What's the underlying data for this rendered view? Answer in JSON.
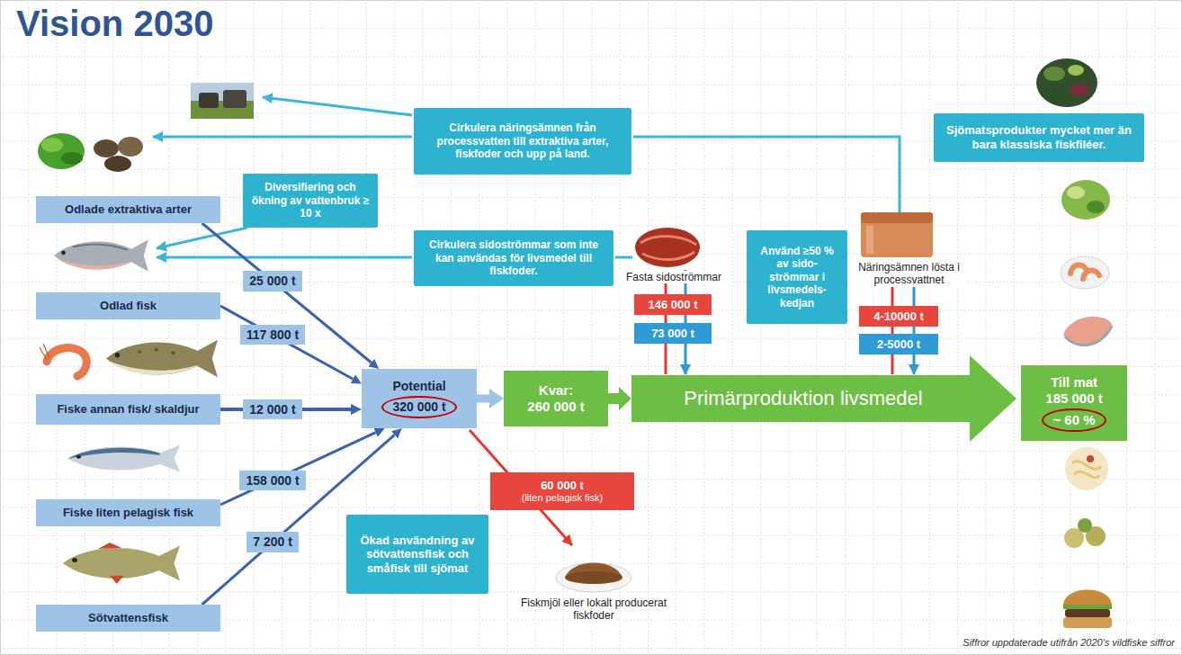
{
  "diagram": {
    "title": "Vision 2030",
    "nodes": [
      {
        "text": [
          "Odlade extraktiva arter"
        ]
      },
      {
        "text": [
          "Odlad fisk"
        ]
      },
      {
        "text": [
          "Fiske annan fisk/ skaldjur"
        ]
      },
      {
        "text": [
          "Fiske liten pelagisk fisk"
        ]
      },
      {
        "text": [
          "Sötvattensfisk"
        ]
      },
      {
        "text": [
          "Potential",
          "320 000 t"
        ]
      },
      {
        "text": [
          "Kvar:",
          "260 000 t"
        ]
      },
      {
        "text": [
          "Primärproduktion livsmedel"
        ]
      },
      {
        "text": [
          "Till mat",
          "185 000 t",
          "~ 60 %"
        ]
      },
      {
        "text": [
          "Diversifiering och ökning av vattenbruk ≥ 10 x"
        ]
      },
      {
        "text": [
          "Cirkulera näringsämnen från processvatten till extraktiva arter, fiskfoder och upp på land."
        ]
      },
      {
        "text": [
          "Cirkulera sidoströmmar som inte kan användas för livsmedel till fiskfoder."
        ]
      },
      {
        "text": [
          "Använd ≥50 % av sido- strömmar i livsmedels- kedjan"
        ]
      },
      {
        "text": [
          "Ökad användning av sötvattensfisk och småfisk till sjömat"
        ]
      },
      {
        "text": [
          "Sjömatsprodukter mycket mer än bara klassiska fiskfiléer."
        ]
      },
      {
        "text": [
          "146 000 t"
        ]
      },
      {
        "text": [
          "73 000 t"
        ]
      },
      {
        "text": [
          "4-10000 t"
        ]
      },
      {
        "text": [
          "2-5000 t"
        ]
      },
      {
        "text": [
          "60 000 t",
          "(liten pelagisk fisk)"
        ]
      }
    ],
    "edges": [
      {
        "from": 0,
        "to": 5,
        "arrow": "to",
        "label": "25 000 t"
      },
      {
        "from": 1,
        "to": 5,
        "arrow": "to",
        "label": "117 800 t"
      },
      {
        "from": 2,
        "to": 5,
        "arrow": "to",
        "label": "12 000 t"
      },
      {
        "from": 3,
        "to": 5,
        "arrow": "to",
        "label": "158 000 t"
      },
      {
        "from": 4,
        "to": 5,
        "arrow": "to",
        "label": "7 200 t"
      },
      {
        "from": 5,
        "to": 6,
        "arrow": "to"
      },
      {
        "from": 6,
        "to": 7,
        "arrow": "to"
      }
    ],
    "labels": [
      "Fasta sidoströmmar",
      "Näringsämnen lösta i processvattnet",
      "Fiskmjöl eller lokalt producerat fiskfoder",
      "Siffror uppdaterade utifrån 2020's vildfiske siffror"
    ]
  }
}
